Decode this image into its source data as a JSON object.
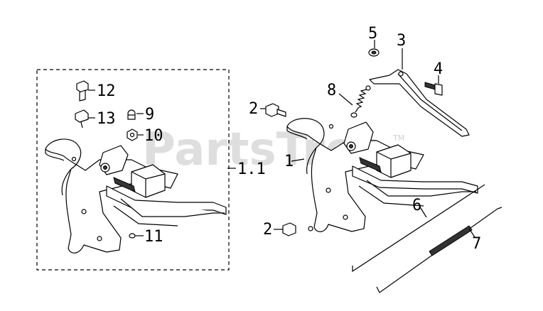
{
  "watermark": {
    "text": "PartsTree",
    "trademark": "TM"
  },
  "callouts": {
    "c1": "1",
    "c1_1": "1.1",
    "c2a": "2",
    "c2b": "2",
    "c3": "3",
    "c4": "4",
    "c5": "5",
    "c6": "6",
    "c7": "7",
    "c8": "8",
    "c9": "9",
    "c10": "10",
    "c11": "11",
    "c12": "12",
    "c13": "13"
  }
}
